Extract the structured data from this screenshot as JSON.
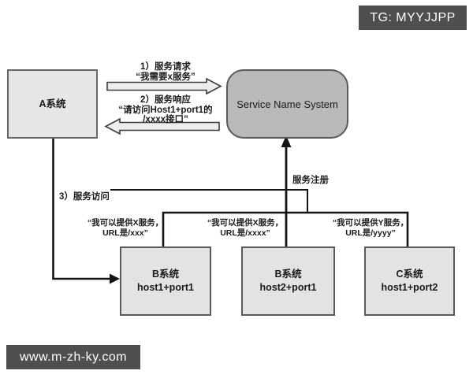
{
  "badges": {
    "top_right": "TG: MYYJJPP",
    "bottom_left": "www.m-zh-ky.com"
  },
  "nodes": {
    "system_a": {
      "label": "A系统"
    },
    "service_name_system": {
      "label": "Service Name System"
    },
    "provider1": {
      "title": "B系统",
      "subtitle": "host1+port1"
    },
    "provider2": {
      "title": "B系统",
      "subtitle": "host2+port1"
    },
    "provider3": {
      "title": "C系统",
      "subtitle": "host1+port2"
    }
  },
  "flows": {
    "request": {
      "line1": "1）服务请求",
      "line2": "“我需要x服务”"
    },
    "response": {
      "line1": "2）服务响应",
      "line2": "“请访问Host1+port1的",
      "line3": "/xxxx接口”"
    },
    "access": {
      "label": "3）服务访问"
    },
    "register": {
      "label": "服务注册"
    }
  },
  "quotes": {
    "provider1": {
      "line1": "“我可以提供X服务，",
      "line2": "URL是/xxx”"
    },
    "provider2": {
      "line1": "“我可以提供X服务，",
      "line2": "URL是/xxxx”"
    },
    "provider3": {
      "line1": "“我可以提供Y服务，",
      "line2": "URL是/yyyy”"
    }
  },
  "colors": {
    "badge_bg": "#4f4f4f",
    "node_fill": "#e3e3e3",
    "sns_fill": "#b9b9b9",
    "line": "#141414",
    "arrow_fill": "#ededed",
    "arrow_stroke": "#3c3c3c"
  }
}
